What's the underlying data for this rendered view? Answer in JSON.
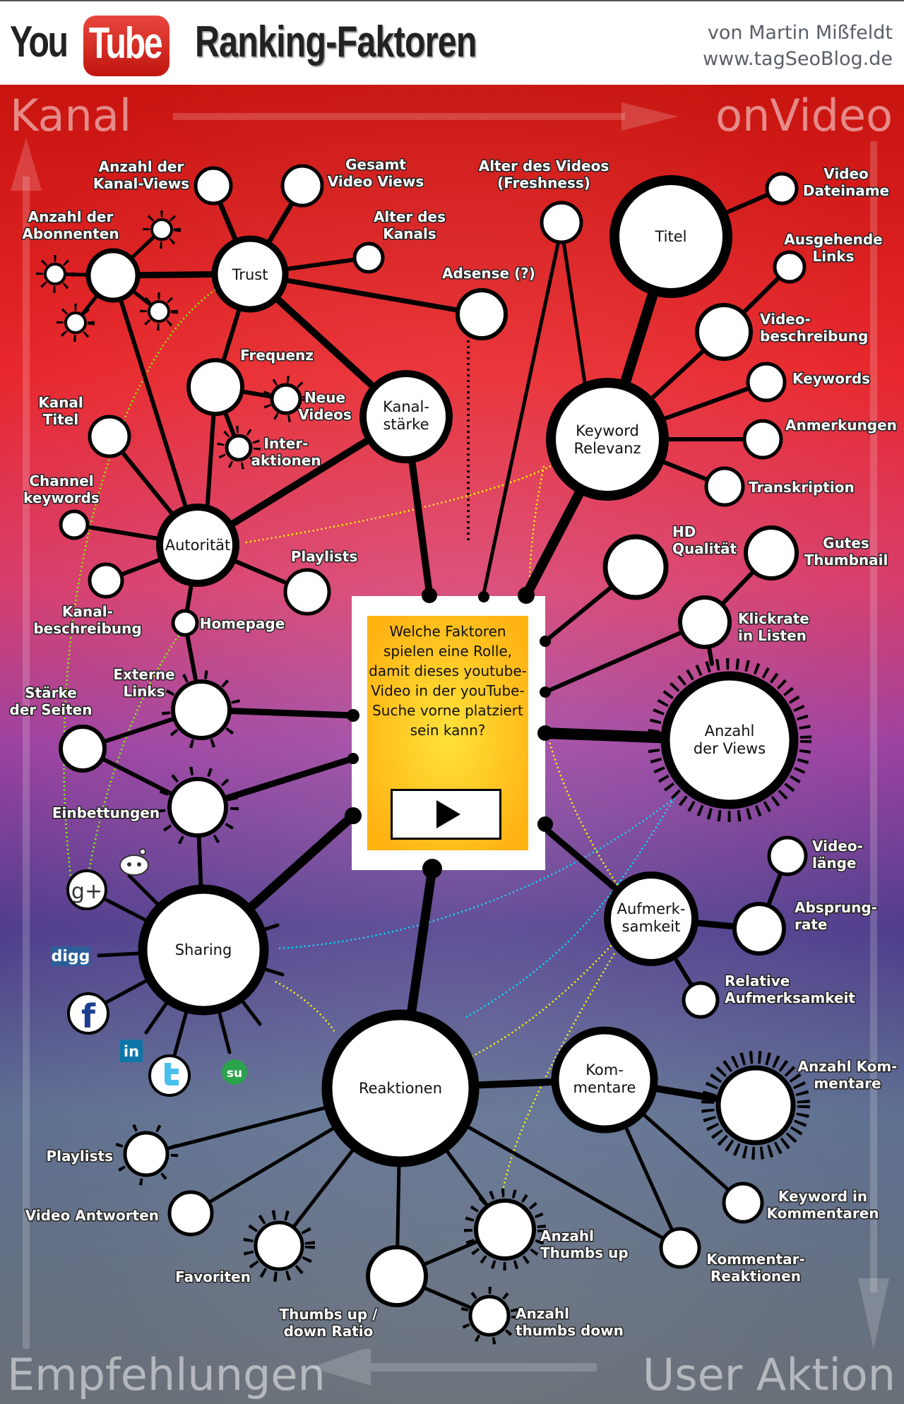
{
  "header": {
    "logo_you": "You",
    "logo_tube": "Tube",
    "title": "Ranking-Faktoren",
    "author": "von Martin Mißfeldt",
    "website": "www.tagSeoBlog.de"
  },
  "colors": {
    "top_bg": "#d8201a",
    "mid_bg": "#7a3fa0",
    "bottom_bg": "#6b7580",
    "box_yellow": "#ffc21a",
    "link_green": "#7fff00",
    "link_yellow": "#ffff00",
    "link_cyan": "#00e5ff"
  },
  "corners": {
    "top_left": "Kanal",
    "top_right": "onVideo",
    "bottom_left": "Empfehlungen",
    "bottom_right": "User Aktion"
  },
  "center_box": {
    "question": "Welche Faktoren spielen eine Rolle, damit dieses youtube-Video in der youTube-Suche vorne platziert sein kann?",
    "play_icon": "play-icon"
  },
  "hubs": {
    "trust": "Trust",
    "kanalstaerke": "Kanal-\nstärke",
    "autoritaet": "Autorität",
    "titel": "Titel",
    "keyword_relevanz": "Keyword\nRelevanz",
    "anzahl_views": "Anzahl\nder Views",
    "aufmerksamkeit": "Aufmerk-\nsamkeit",
    "sharing": "Sharing",
    "reaktionen": "Reaktionen",
    "kommentare": "Kom-\nmentare"
  },
  "labels": {
    "anzahl_kanal_views": "Anzahl der\nKanal-Views",
    "gesamt_video_views": "Gesamt\nVideo Views",
    "anzahl_abonnenten": "Anzahl der\nAbonnenten",
    "alter_kanal": "Alter des\nKanals",
    "adsense": "Adsense (?)",
    "frequenz": "Frequenz",
    "neue_videos": "Neue\nVideos",
    "interaktionen": "Inter-\naktionen",
    "kanal_titel": "Kanal\nTitel",
    "channel_keywords": "Channel\nkeywords",
    "kanalbeschreibung": "Kanal-\nbeschreibung",
    "playlists_top": "Playlists",
    "homepage": "Homepage",
    "externe_links": "Externe\nLinks",
    "staerke_seiten": "Stärke\nder Seiten",
    "einbettungen": "Einbettungen",
    "alter_video": "Alter des Videos\n(Freshness)",
    "video_dateiname": "Video\nDateiname",
    "ausgehende_links": "Ausgehende\nLinks",
    "videobeschreibung": "Video-\nbeschreibung",
    "keywords": "Keywords",
    "anmerkungen": "Anmerkungen",
    "transkription": "Transkription",
    "hd_qualitaet": "HD\nQualität",
    "gutes_thumbnail": "Gutes\nThumbnail",
    "klickrate": "Klickrate\nin Listen",
    "videolaenge": "Video-\nlänge",
    "absprungrate": "Absprung-\nrate",
    "relative_aufmerksamkeit": "Relative\nAufmerksamkeit",
    "anzahl_kommentare": "Anzahl Kom-\nmentare",
    "keyword_kommentare": "Keyword in\nKommentaren",
    "kommentar_reaktionen": "Kommentar-\nReaktionen",
    "playlists_bottom": "Playlists",
    "video_antworten": "Video Antworten",
    "favoriten": "Favoriten",
    "thumbs_ratio": "Thumbs up /\ndown Ratio",
    "thumbs_up": "Anzahl\nThumbs up",
    "thumbs_down": "Anzahl\nthumbs down"
  },
  "social_icons": [
    "google-plus",
    "reddit",
    "digg",
    "facebook",
    "linkedin",
    "twitter",
    "stumbleupon"
  ],
  "social_text": {
    "gplus": "g+",
    "digg": "digg",
    "facebook": "f",
    "linkedin": "in",
    "stumbleupon": "su"
  }
}
